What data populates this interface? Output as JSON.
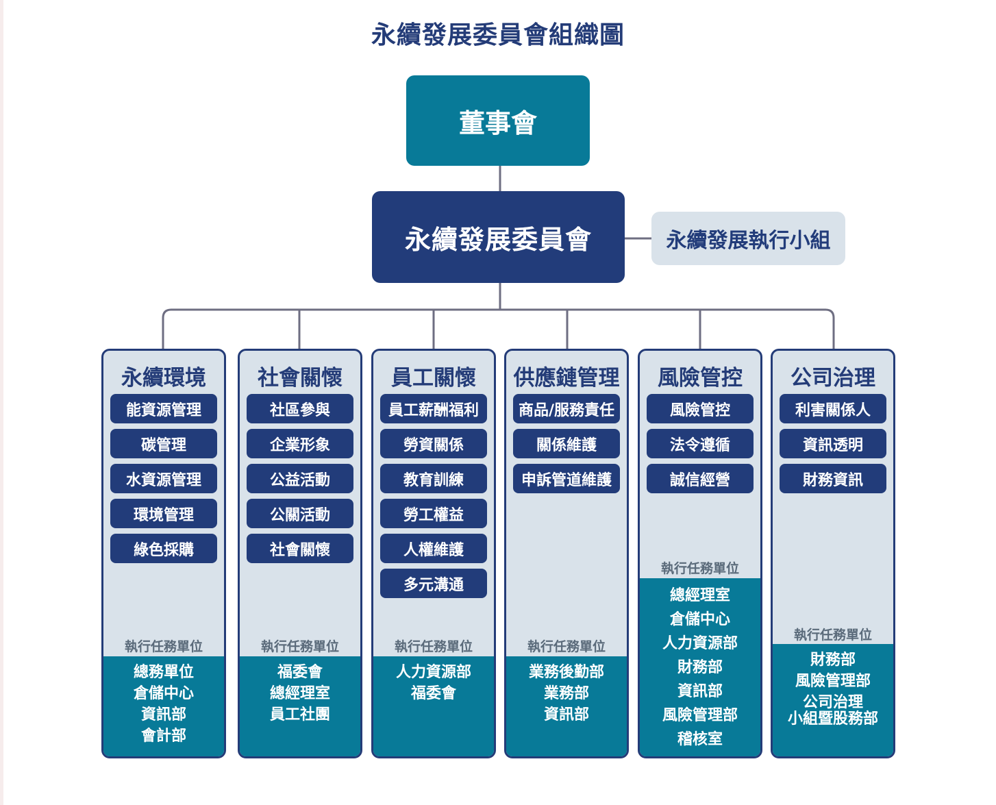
{
  "title": "永續發展委員會組織圖",
  "board": "董事會",
  "committee": "永續發展委員會",
  "task_group": "永續發展執行小組",
  "exec_label": "執行任務單位",
  "columns": [
    {
      "title": "永續環境",
      "topics": [
        "能資源管理",
        "碳管理",
        "水資源管理",
        "環境管理",
        "綠色採購"
      ],
      "units": [
        "總務單位",
        "倉儲中心",
        "資訊部",
        "會計部"
      ]
    },
    {
      "title": "社會關懷",
      "topics": [
        "社區參與",
        "企業形象",
        "公益活動",
        "公關活動",
        "社會關懷"
      ],
      "units": [
        "福委會",
        "總經理室",
        "員工社團"
      ]
    },
    {
      "title": "員工關懷",
      "topics": [
        "員工薪酬福利",
        "勞資關係",
        "教育訓練",
        "勞工權益",
        "人權維護",
        "多元溝通"
      ],
      "units": [
        "人力資源部",
        "福委會"
      ]
    },
    {
      "title": "供應鏈管理",
      "topics": [
        "商品/服務責任",
        "關係維護",
        "申訴管道維護"
      ],
      "units": [
        "業務後勤部",
        "業務部",
        "資訊部"
      ]
    },
    {
      "title": "風險管控",
      "topics": [
        "風險管控",
        "法令遵循",
        "誠信經營"
      ],
      "units": [
        "總經理室",
        "倉儲中心",
        "人力資源部",
        "財務部",
        "資訊部",
        "風險管理部",
        "稽核室"
      ]
    },
    {
      "title": "公司治理",
      "topics": [
        "利害關係人",
        "資訊透明",
        "財務資訊"
      ],
      "units": [
        "財務部",
        "風險管理部",
        "公司治理\n小組暨股務部"
      ]
    }
  ]
}
